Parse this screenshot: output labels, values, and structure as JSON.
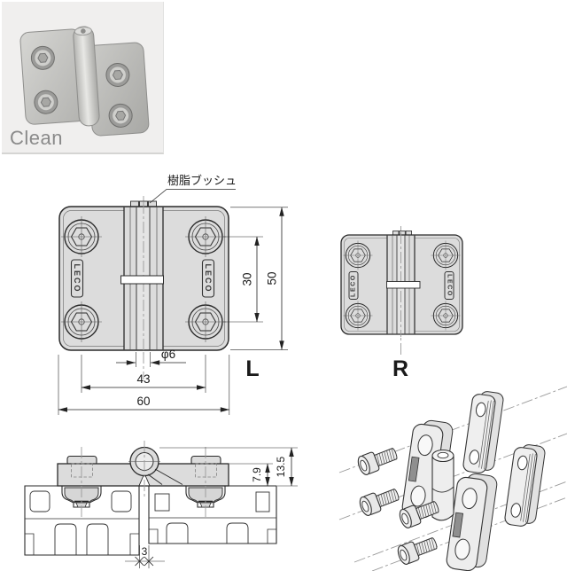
{
  "photo": {
    "caption": "Clean"
  },
  "drawing": {
    "bushing_label": "樹脂ブッシュ",
    "brand": "LECO",
    "variant_left": "L",
    "variant_right": "R",
    "dims": {
      "hole_pitch_vertical": "30",
      "height": "50",
      "pin_diameter": "φ6",
      "hole_pitch_horizontal": "43",
      "width": "60",
      "plate_height": "7.9",
      "knuckle_height": "13.5",
      "gap": "3"
    }
  },
  "colors": {
    "body_fill": "#dcdcdc",
    "line": "#2a2a2a",
    "centerline": "#9a9a9a",
    "photo_background": "#f0efee",
    "caption_text": "#8a8a8a"
  }
}
